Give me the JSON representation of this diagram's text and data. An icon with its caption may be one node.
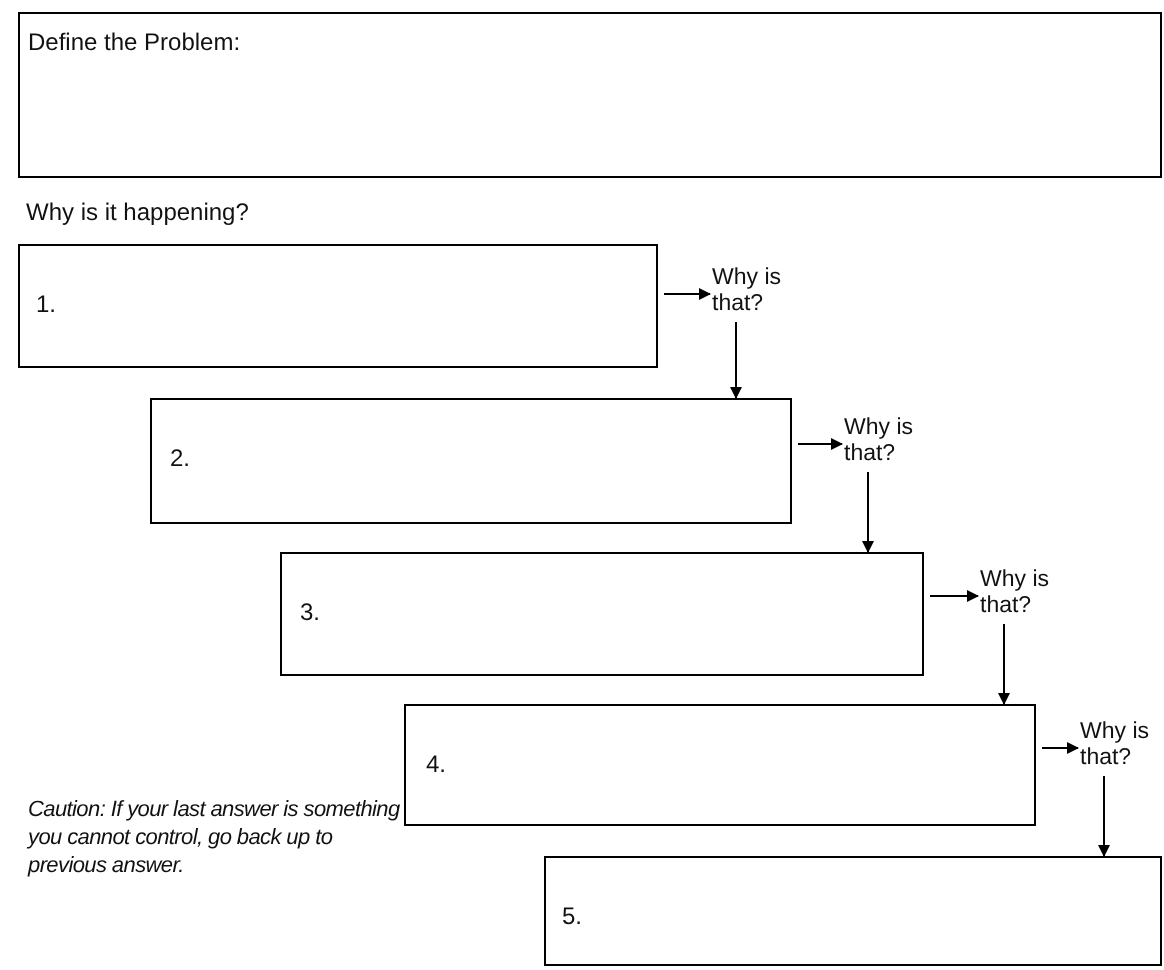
{
  "diagram": {
    "nodes": [
      {
        "text": [
          "Define the Problem:"
        ]
      },
      {
        "text": [
          "1."
        ]
      },
      {
        "text": [
          "Why is that?"
        ]
      },
      {
        "text": [
          "2."
        ]
      },
      {
        "text": [
          "Why is that?"
        ]
      },
      {
        "text": [
          "3."
        ]
      },
      {
        "text": [
          "Why is that?"
        ]
      },
      {
        "text": [
          "4."
        ]
      },
      {
        "text": [
          "Why is that?"
        ]
      },
      {
        "text": [
          "5."
        ]
      }
    ],
    "edges": [
      {
        "from": 1,
        "to": 2,
        "arrow": "to"
      },
      {
        "from": 2,
        "to": 3,
        "arrow": "to"
      },
      {
        "from": 3,
        "to": 4,
        "arrow": "to"
      },
      {
        "from": 4,
        "to": 5,
        "arrow": "to"
      },
      {
        "from": 5,
        "to": 6,
        "arrow": "to"
      },
      {
        "from": 6,
        "to": 7,
        "arrow": "to"
      },
      {
        "from": 7,
        "to": 8,
        "arrow": "to"
      },
      {
        "from": 8,
        "to": 9,
        "arrow": "to"
      }
    ],
    "labels": [
      "Why is it happening?",
      "Caution: If your last answer is something you cannot control, go back up to previous answer."
    ]
  }
}
